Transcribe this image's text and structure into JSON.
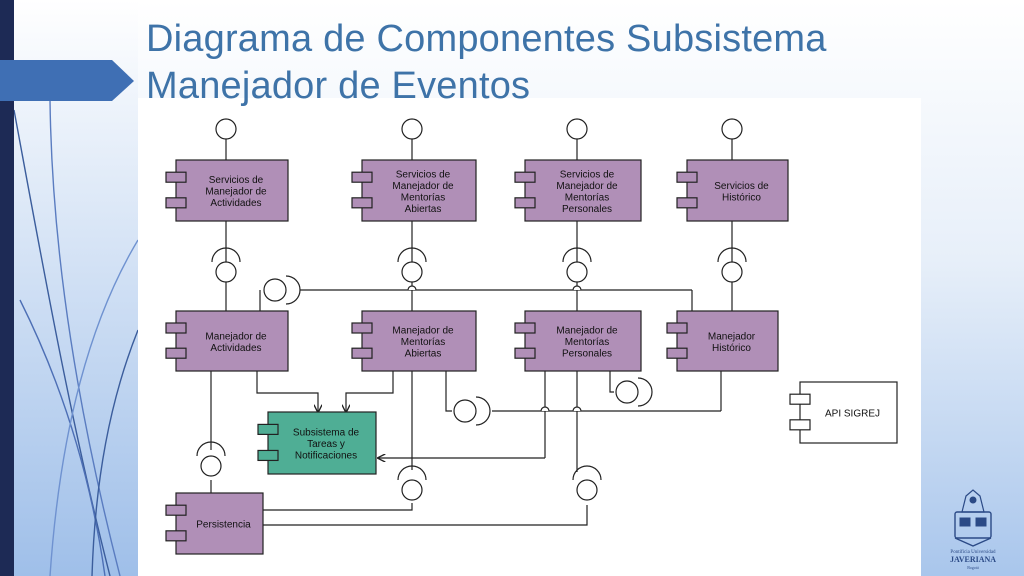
{
  "slide": {
    "title_line1": "Diagrama de Componentes Subsistema",
    "title_line2": "Manejador de Eventos"
  },
  "diagram": {
    "components": [
      {
        "id": "svc-actividades",
        "lines": [
          "Servicios de",
          "Manejador de",
          "Actividades"
        ]
      },
      {
        "id": "svc-mentorias-abiertas",
        "lines": [
          "Servicios de",
          "Manejador de",
          "Mentorías",
          "Abiertas"
        ]
      },
      {
        "id": "svc-mentorias-personales",
        "lines": [
          "Servicios de",
          "Manejador de",
          "Mentorías",
          "Personales"
        ]
      },
      {
        "id": "svc-historico",
        "lines": [
          "Servicios de",
          "Histórico"
        ]
      },
      {
        "id": "mgr-actividades",
        "lines": [
          "Manejador de",
          "Actividades"
        ]
      },
      {
        "id": "mgr-mentorias-abiertas",
        "lines": [
          "Manejador de",
          "Mentorías",
          "Abiertas"
        ]
      },
      {
        "id": "mgr-mentorias-personales",
        "lines": [
          "Manejador de",
          "Mentorías",
          "Personales"
        ]
      },
      {
        "id": "mgr-historico",
        "lines": [
          "Manejador",
          "Histórico"
        ]
      },
      {
        "id": "subsistema-tareas",
        "lines": [
          "Subsistema de",
          "Tareas y",
          "Notificaciones"
        ]
      },
      {
        "id": "persistencia",
        "lines": [
          "Persistencia"
        ]
      },
      {
        "id": "api-sigrej",
        "lines": [
          "API SIGREJ"
        ]
      }
    ],
    "colors": {
      "component": "#b08fb7",
      "subsystem": "#4fae95",
      "api": "#ffffff",
      "stroke": "#222222"
    }
  },
  "logo": {
    "line1": "Pontificia Universidad",
    "line2": "JAVERIANA",
    "line3": "Bogotá"
  },
  "theme": {
    "title_color": "#3e73a8",
    "accent": "#3f6fb4",
    "sidebar": "#1d2a55"
  }
}
